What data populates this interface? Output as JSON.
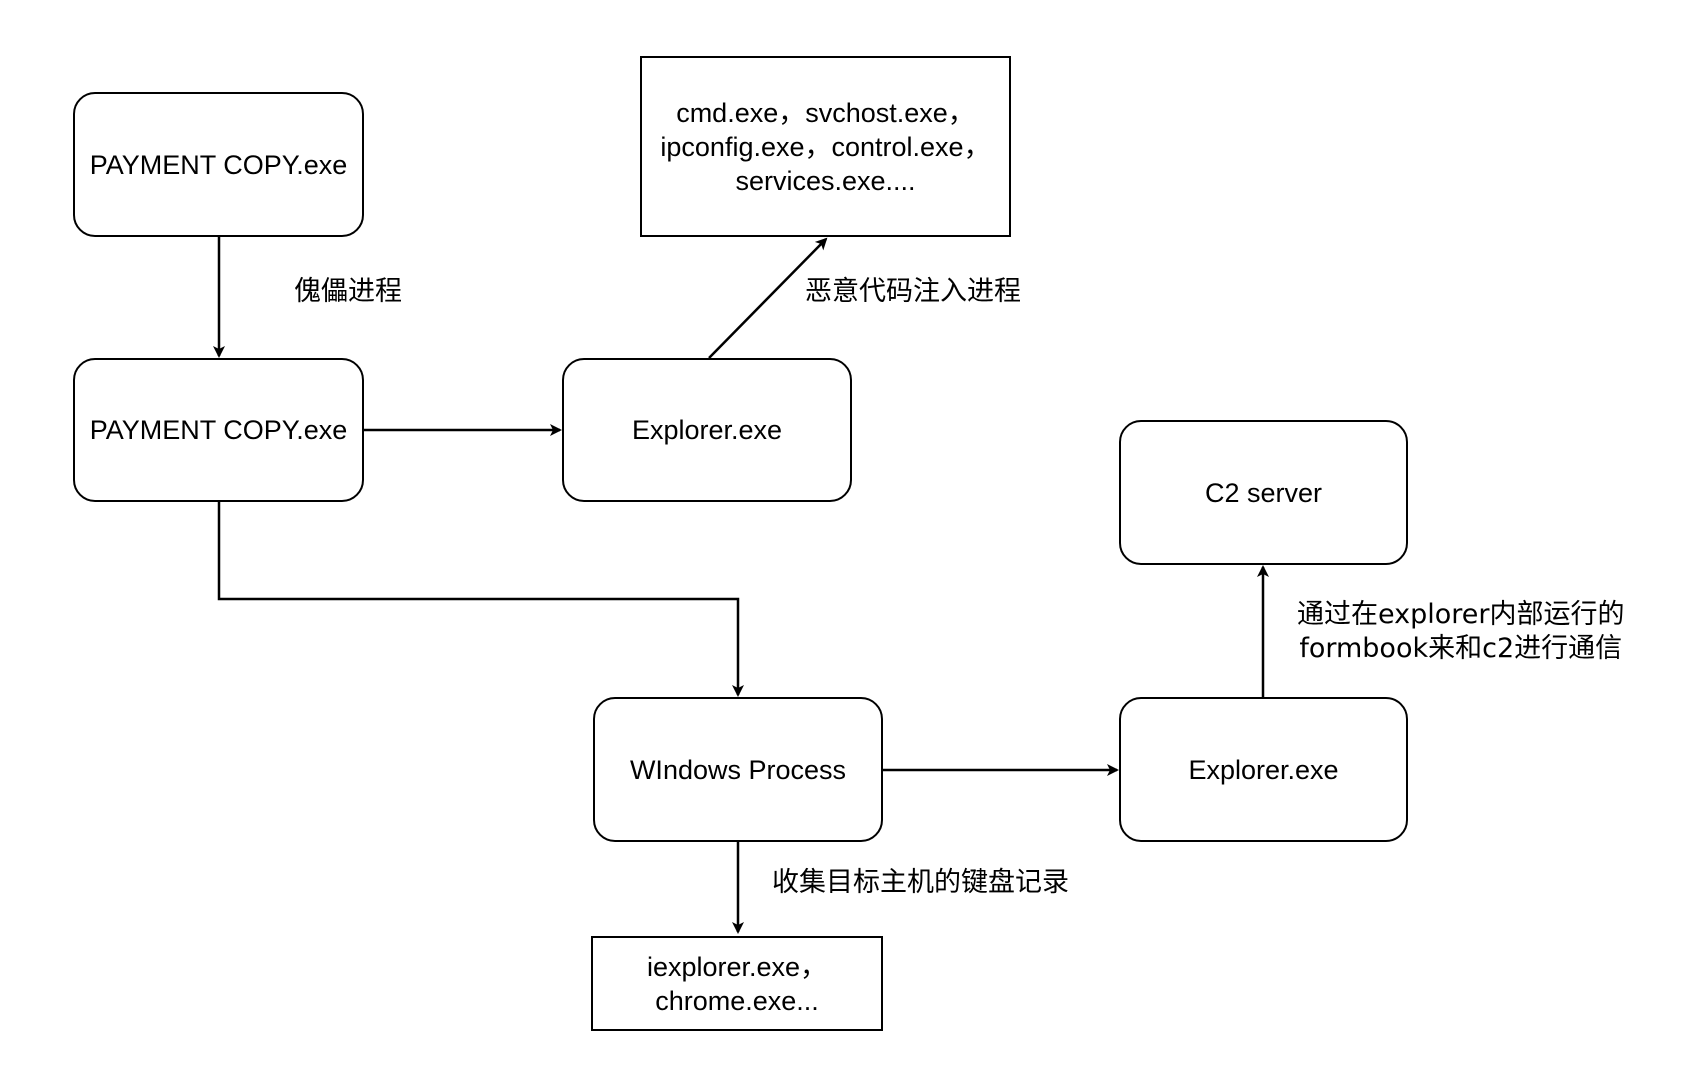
{
  "diagram": {
    "nodes": {
      "payment_copy_1": "PAYMENT COPY.exe",
      "payment_copy_2": "PAYMENT COPY.exe",
      "explorer_1": "Explorer.exe",
      "injected_targets": "cmd.exe，svchost.exe，\nipconfig.exe，control.exe，\nservices.exe....",
      "c2_server": "C2 server",
      "windows_process": "WIndows Process",
      "explorer_2": "Explorer.exe",
      "browsers": "iexplorer.exe，\nchrome.exe..."
    },
    "edge_labels": {
      "puppet_process": "傀儡进程",
      "malicious_injection": "恶意代码注入进程",
      "c2_communication": "通过在explorer内部运行的\nformbook来和c2进行通信",
      "keylogging": "收集目标主机的键盘记录"
    },
    "edges": [
      {
        "from": "payment_copy_1",
        "to": "payment_copy_2",
        "label": "puppet_process"
      },
      {
        "from": "payment_copy_2",
        "to": "explorer_1",
        "label": ""
      },
      {
        "from": "explorer_1",
        "to": "injected_targets",
        "label": "malicious_injection"
      },
      {
        "from": "payment_copy_2",
        "to": "windows_process",
        "label": ""
      },
      {
        "from": "windows_process",
        "to": "explorer_2",
        "label": ""
      },
      {
        "from": "explorer_2",
        "to": "c2_server",
        "label": "c2_communication"
      },
      {
        "from": "windows_process",
        "to": "browsers",
        "label": "keylogging"
      }
    ]
  }
}
